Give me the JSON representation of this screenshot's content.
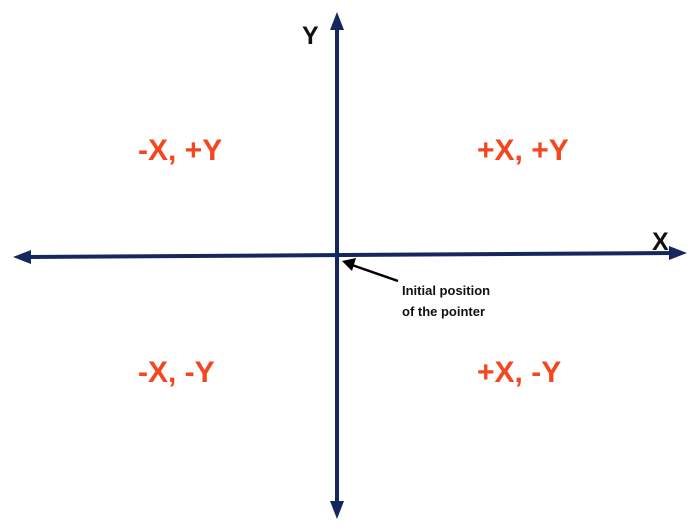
{
  "colors": {
    "axis": "#15275e",
    "quadrant_text": "#f4461f",
    "axis_text": "#111111",
    "pointer_arrow": "#000000"
  },
  "axes": {
    "x_label": "X",
    "y_label": "Y"
  },
  "quadrants": {
    "top_left": "-X, +Y",
    "top_right": "+X, +Y",
    "bottom_left": "-X, -Y",
    "bottom_right": "+X, -Y"
  },
  "annotation": {
    "line1": "Initial position",
    "line2": "of the pointer"
  }
}
